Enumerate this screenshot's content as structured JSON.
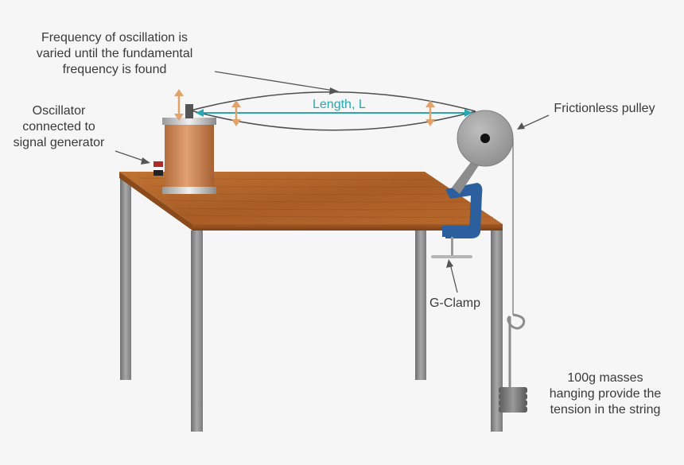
{
  "labels": {
    "frequency": "Frequency of oscillation is varied until the fundamental frequency is found",
    "oscillator": "Oscillator connected to signal generator",
    "length": "Length, L",
    "pulley": "Frictionless pulley",
    "clamp": "G-Clamp",
    "masses": "100g masses hanging provide the tension in the string"
  },
  "colors": {
    "background": "#f6f6f6",
    "wood": "#b0652a",
    "table_leg": "#8c8c8c",
    "string": "#555555",
    "length_arrow": "#2aa7b3",
    "amplitude_arrow": "#e0a36b",
    "clamp": "#2c5f9e",
    "pulley": "#9c9c9c",
    "oscillator_body": "#c98652"
  }
}
